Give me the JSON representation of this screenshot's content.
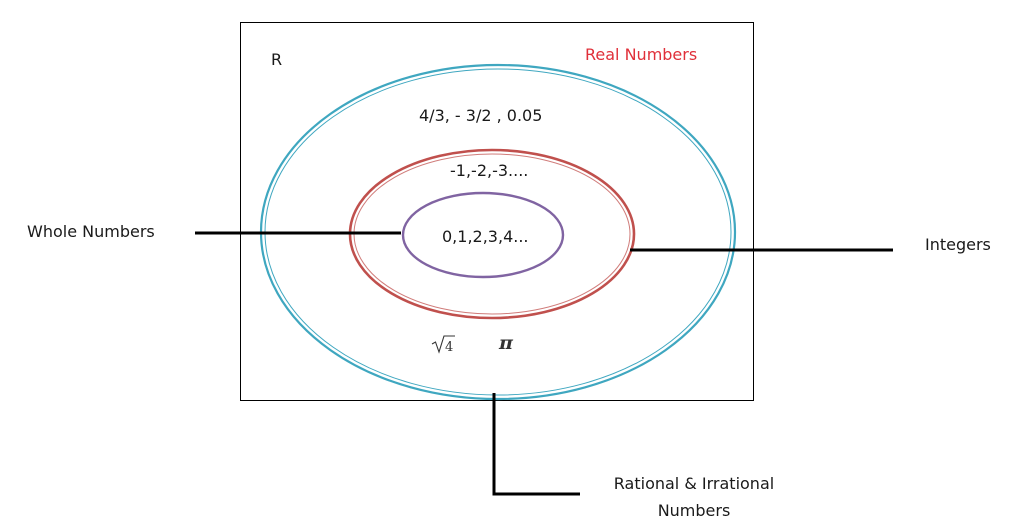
{
  "diagram": {
    "set_symbol": "R",
    "real_numbers_title": "Real Numbers",
    "rational_examples": "4/3, - 3/2 , 0.05",
    "negative_integers": "-1,-2,-3....",
    "whole_numbers_examples": "0,1,2,3,4...",
    "sqrt_radicand": "4",
    "pi_symbol": "π",
    "labels": {
      "whole_numbers": "Whole Numbers",
      "integers": "Integers",
      "rational_irrational_line1": "Rational & Irrational",
      "rational_irrational_line2": "Numbers"
    },
    "colors": {
      "real_numbers_ellipse": "#3fa7c0",
      "integers_ellipse": "#c0504d",
      "whole_numbers_ellipse": "#8064a2",
      "real_numbers_title": "#e0303a",
      "text": "#1a1a1a",
      "lines": "#000000"
    }
  }
}
